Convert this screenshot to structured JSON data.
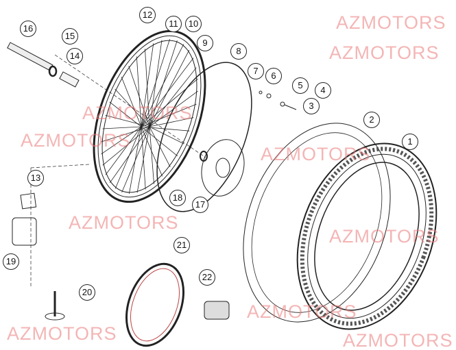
{
  "watermark": "AZMOTORS",
  "watermark_color": "#eb7878",
  "callouts": [
    "1",
    "2",
    "3",
    "4",
    "5",
    "6",
    "7",
    "8",
    "9",
    "10",
    "11",
    "12",
    "13",
    "14",
    "15",
    "16",
    "17",
    "18",
    "19",
    "20",
    "21",
    "22"
  ]
}
